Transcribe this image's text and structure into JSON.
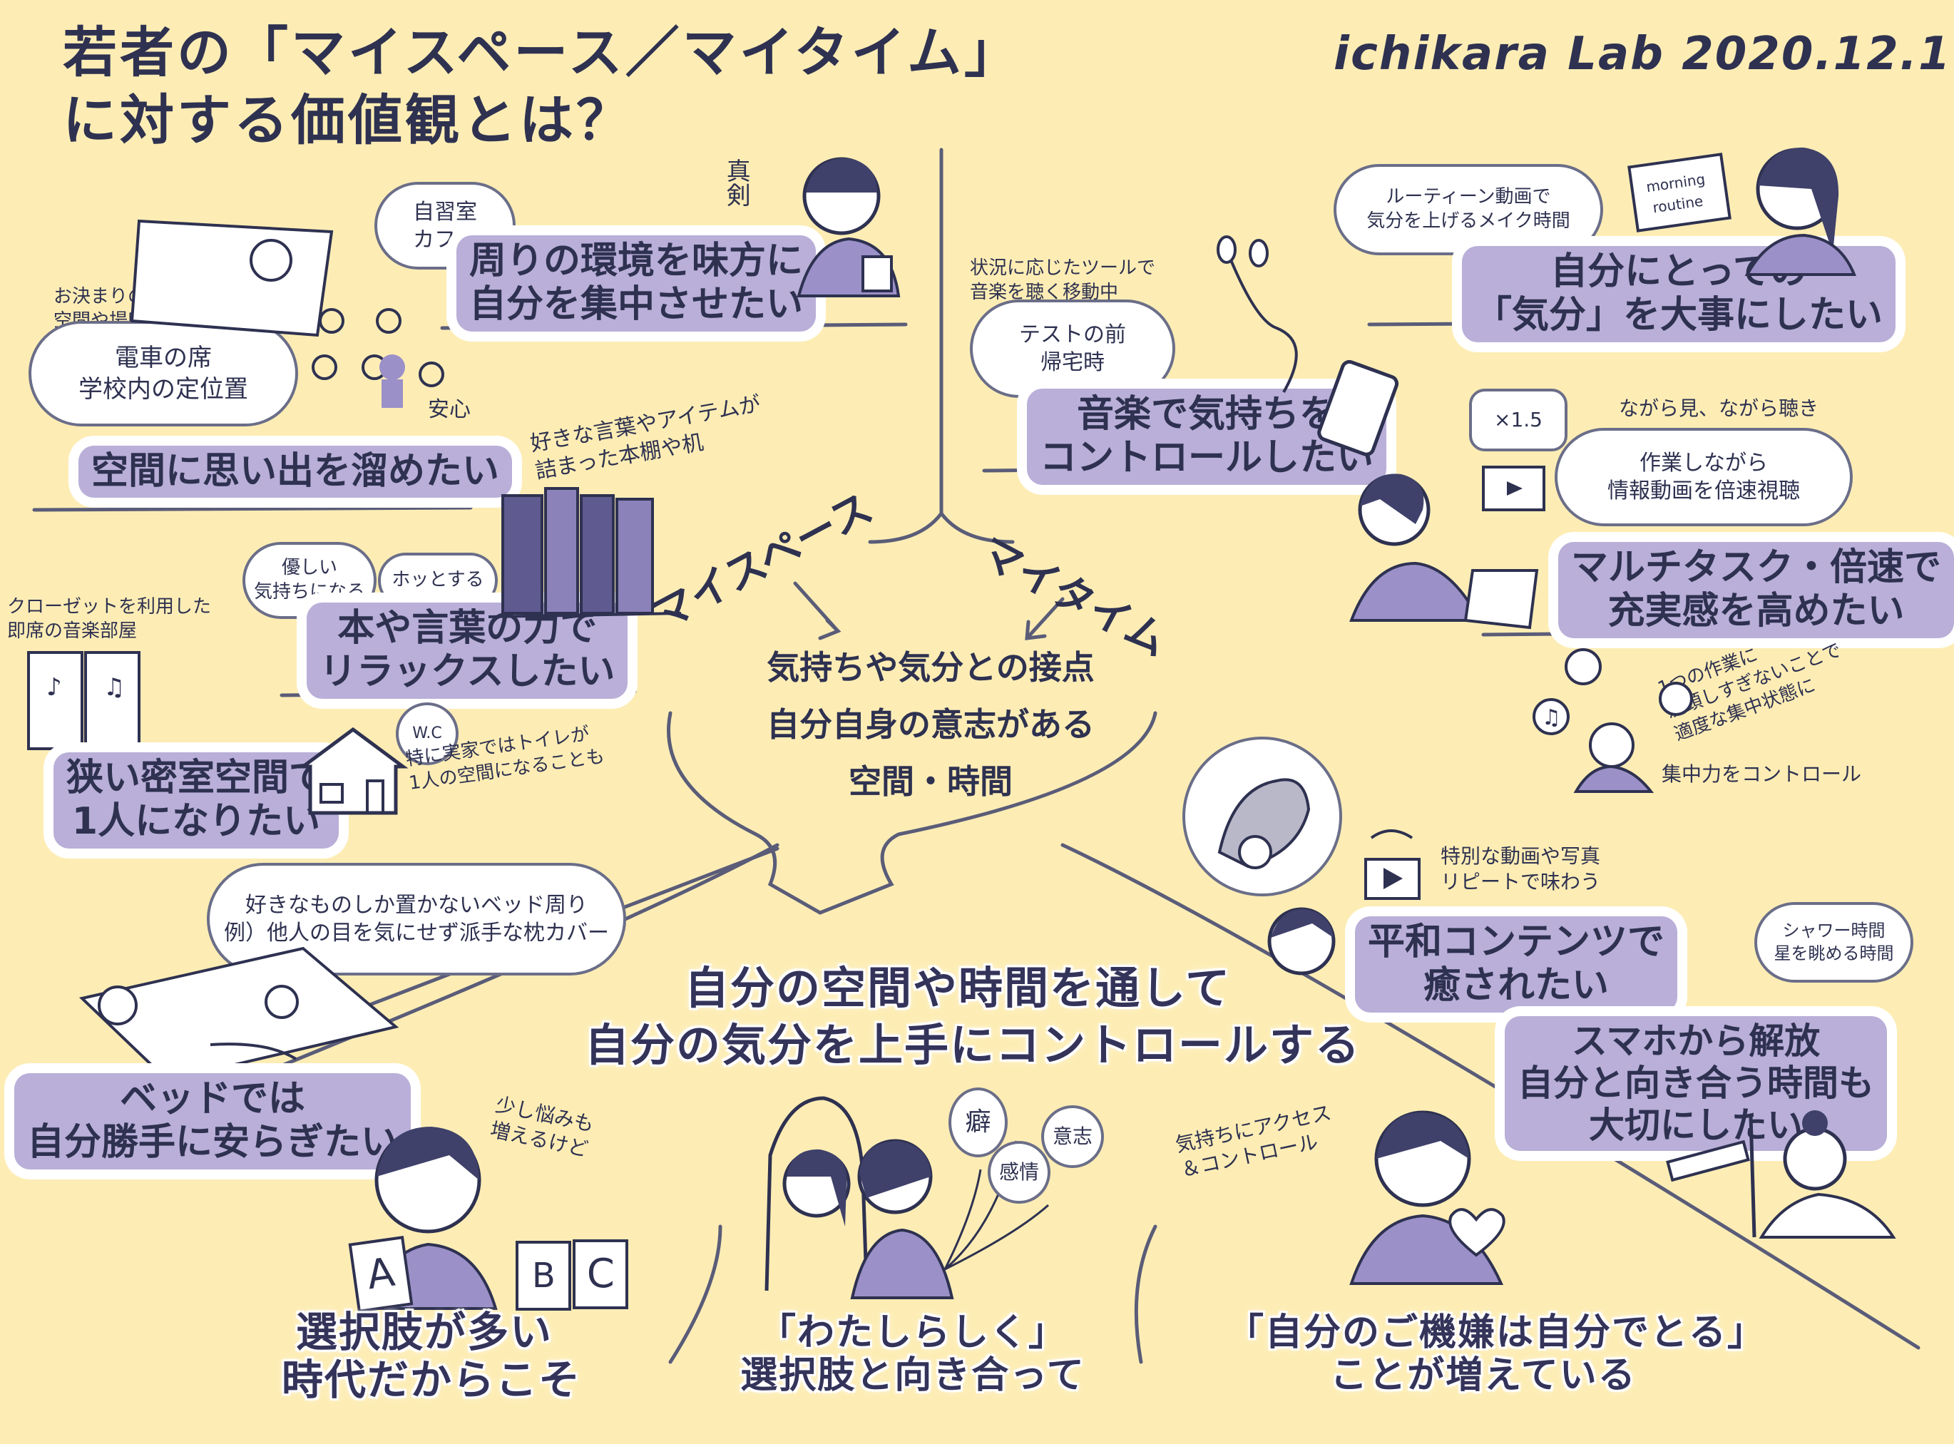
{
  "header": {
    "title_line1": "若者の「マイスペース／マイタイム」",
    "title_line2": "に対する価値観とは？",
    "credit": "ichikara Lab 2020.12.1"
  },
  "center": {
    "arc_left": "マイスペース",
    "arc_right": "マイタイム",
    "core_line1": "気持ちや気分との接点",
    "core_line2": "自分自身の意志がある",
    "core_line3": "空間・時間"
  },
  "left": {
    "focus": {
      "bubble": "自習室\nカフェ",
      "headline": "周りの環境を味方に\n自分を集中させたい",
      "tag": "真剣"
    },
    "memory": {
      "caption": "お決まりの\n空間や場所",
      "bubble": "電車の席\n学校内の定位置",
      "headline": "空間に思い出を溜めたい",
      "tag": "安心"
    },
    "words": {
      "caption": "好きな言葉やアイテムが\n詰まった本棚や机",
      "bubble_a": "優しい\n気持ちになる",
      "bubble_b": "ホッとする",
      "headline": "本や言葉の力で\nリラックスしたい"
    },
    "closet": {
      "caption": "クローゼットを利用した\n即席の音楽部屋",
      "headline": "狭い密室空間で\n1人になりたい",
      "side": "特に実家ではトイレが\n1人の空間になることも",
      "wc": "W.C"
    },
    "bed": {
      "bubble": "好きなものしか置かないベッド周り\n例）他人の目を気にせず派手な枕カバー",
      "headline": "ベッドでは\n自分勝手に安らぎたい"
    }
  },
  "right": {
    "music": {
      "caption": "状況に応じたツールで\n音楽を聴く移動中",
      "bubble": "テストの前\n帰宅時",
      "headline": "音楽で気持ちを\nコントロールしたい"
    },
    "mood": {
      "bubble": "ルーティーン動画で\n気分を上げるメイク時間",
      "headline": "自分にとっての\n「気分」を大事にしたい",
      "label": "morning\nroutine"
    },
    "multi": {
      "caption": "ながら見、ながら聴き",
      "bubble": "作業しながら\n情報動画を倍速視聴",
      "headline": "マルチタスク・倍速で\n充実感を高めたい",
      "speed": "×1.5"
    },
    "control": {
      "side": "1つの作業に\n没頭しすぎないことで\n適度な集中状態に",
      "label": "集中力をコントロール"
    },
    "peace": {
      "side": "特別な動画や写真\nリピートで味わう",
      "headline": "平和コンテンツで\n癒されたい"
    },
    "phone": {
      "bubble": "シャワー時間\n星を眺める時間",
      "headline": "スマホから解放\n自分と向き合う時間も\n大切にしたい"
    }
  },
  "summary": {
    "line1": "自分の空間や時間を通して",
    "line2": "自分の気分を上手にコントロールする"
  },
  "bottom": {
    "choices": {
      "note": "少し悩みも\n増えるけど",
      "headline": "選択肢が多い\n時代だからこそ",
      "cards": [
        "A",
        "B",
        "C"
      ]
    },
    "self": {
      "balloons": [
        "癖",
        "意志",
        "感情"
      ],
      "headline": "「わたしらしく」\n選択肢と向き合って"
    },
    "mood": {
      "note": "気持ちにアクセス\n＆コントロール",
      "headline": "「自分のご機嫌は自分でとる」\nことが増えている"
    }
  },
  "colors": {
    "background": "#FDEDB5",
    "highlight": "#B9AFD8",
    "ink": "#2e3150",
    "line": "#5a5c78",
    "accent_dot": "#e6e38a"
  }
}
